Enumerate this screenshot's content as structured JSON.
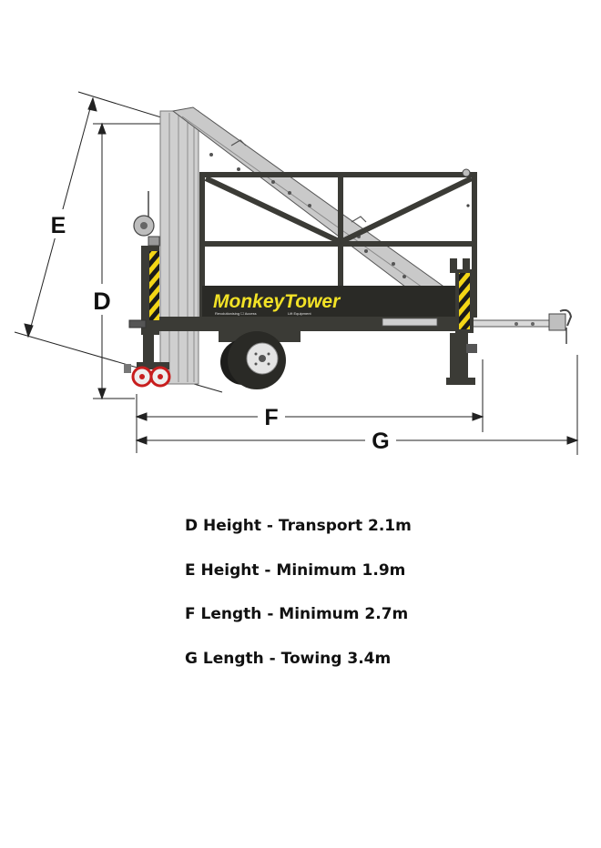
{
  "brand": {
    "name": "MonkeyTower",
    "small_text_1": "Revolutionising ☐ Access",
    "small_text_2": "Lift Equipment"
  },
  "dimension_labels": {
    "d": "D",
    "e": "E",
    "f": "F",
    "g": "G"
  },
  "colors": {
    "frame": "#3b3b36",
    "chassis_dark": "#2a2a26",
    "brand_yellow": "#f2e226",
    "hazard_yellow": "#f3d516",
    "mast_grey": "#c9c9c9",
    "wheel_red": "#c81e1e"
  },
  "specs": [
    {
      "text": "D Height - Transport 2.1m"
    },
    {
      "text": "E Height - Minimum 1.9m"
    },
    {
      "text": "F Length - Minimum 2.7m"
    },
    {
      "text": "G Length - Towing 3.4m"
    }
  ]
}
